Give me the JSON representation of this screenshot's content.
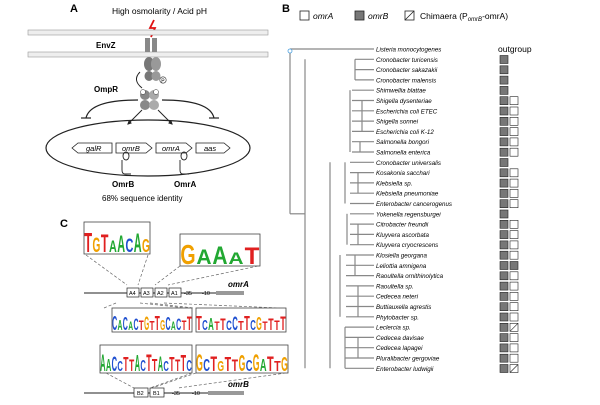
{
  "panel_a": {
    "label": "A",
    "stimulus": "High osmolarity / Acid pH",
    "envz": "EnvZ",
    "p": "P",
    "ompr": "OmpR",
    "genes": {
      "galR": "galR",
      "omrB": "omrB",
      "omrA": "omrA",
      "aas": "aas"
    },
    "rna_omrB": "OmrB",
    "rna_omrA": "OmrA",
    "identity": "68% sequence identity"
  },
  "panel_b": {
    "label": "B",
    "legend": {
      "omrA": "omrA",
      "omrB": "omrB",
      "chimaera_prefix": "Chimaera (P",
      "chimaera_sub": "omrB",
      "chimaera_suffix": "-omrA)"
    },
    "outgroup": "outgroup",
    "taxa": [
      {
        "name": "Listeria monocytogenes",
        "a": "none",
        "b": "none"
      },
      {
        "name": "Cronobacter turicensis",
        "a": "dark",
        "b": "none"
      },
      {
        "name": "Cronobacter sakazakii",
        "a": "dark",
        "b": "none"
      },
      {
        "name": "Cronobacter malensis",
        "a": "dark",
        "b": "none"
      },
      {
        "name": "Shimwellia blattae",
        "a": "dark",
        "b": "none"
      },
      {
        "name": "Shigella dysenteriae",
        "a": "dark",
        "b": "light"
      },
      {
        "name": "Escherichia coli ETEC",
        "a": "dark",
        "b": "light"
      },
      {
        "name": "Shigella sonnei",
        "a": "dark",
        "b": "light"
      },
      {
        "name": "Escherichia coli K-12",
        "a": "dark",
        "b": "light"
      },
      {
        "name": "Salmonella bongori",
        "a": "dark",
        "b": "light"
      },
      {
        "name": "Salmonella enterica",
        "a": "dark",
        "b": "light"
      },
      {
        "name": "Cronobacter universalis",
        "a": "dark",
        "b": "none"
      },
      {
        "name": "Kosakonia sacchari",
        "a": "dark",
        "b": "light"
      },
      {
        "name": "Klebsiella sp.",
        "a": "dark",
        "b": "light"
      },
      {
        "name": "Klebsiella pneumoniae",
        "a": "dark",
        "b": "light"
      },
      {
        "name": "Enterobacter cancerogenus",
        "a": "dark",
        "b": "light"
      },
      {
        "name": "Yokenella regensburgei",
        "a": "dark",
        "b": "none"
      },
      {
        "name": "Citrobacter freundii",
        "a": "dark",
        "b": "light"
      },
      {
        "name": "Kluyvera ascorbata",
        "a": "dark",
        "b": "light"
      },
      {
        "name": "Kluyvera cryocrescens",
        "a": "dark",
        "b": "light"
      },
      {
        "name": "Klosiella georgana",
        "a": "dark",
        "b": "light"
      },
      {
        "name": "Leliottia amnigena",
        "a": "dark",
        "b": "dark"
      },
      {
        "name": "Raoultella ornithinolytica",
        "a": "dark",
        "b": "light"
      },
      {
        "name": "Raoultella sp.",
        "a": "dark",
        "b": "light"
      },
      {
        "name": "Cedecea neteri",
        "a": "dark",
        "b": "light"
      },
      {
        "name": "Buttiauxella agrestis",
        "a": "dark",
        "b": "light"
      },
      {
        "name": "Phytobacter sp.",
        "a": "dark",
        "b": "light"
      },
      {
        "name": "Leclercia sp.",
        "a": "dark",
        "b": "chim"
      },
      {
        "name": "Cedecea davisae",
        "a": "dark",
        "b": "light"
      },
      {
        "name": "Cedecea lapagei",
        "a": "dark",
        "b": "light"
      },
      {
        "name": "Pluralibacter gergoviae",
        "a": "dark",
        "b": "light"
      },
      {
        "name": "Enterobacter ludwigii",
        "a": "dark",
        "b": "chim"
      }
    ]
  },
  "panel_c": {
    "label": "C",
    "motif1": [
      "T",
      "G",
      "T",
      "A",
      "A",
      "C",
      "A",
      "G"
    ],
    "motif2": [
      "G",
      "A",
      "A",
      "A",
      "T"
    ],
    "motif3": [
      "C",
      "A",
      "C",
      "A",
      "C",
      "T",
      "G",
      "T",
      "T",
      "G",
      "C",
      "A",
      "C",
      "T",
      "T"
    ],
    "motif4": [
      "T",
      "C",
      "A",
      "T",
      "T",
      "C",
      "C",
      "T",
      "T",
      "C",
      "G",
      "T",
      "T",
      "T",
      "T"
    ],
    "motif5": [
      "A",
      "A",
      "C",
      "C",
      "T",
      "T",
      "A",
      "C",
      "T",
      "T",
      "A",
      "C",
      "T",
      "T",
      "T",
      "C"
    ],
    "motif6": [
      "G",
      "C",
      "T",
      "G",
      "T",
      "T",
      "G",
      "C",
      "G",
      "A",
      "T",
      "T",
      "G"
    ],
    "map_top": {
      "a4": "A4",
      "a3": "A3",
      "a2": "A2",
      "a1": "A1",
      "m35": "-35",
      "m10": "-10",
      "gene": "omrA"
    },
    "map_bottom": {
      "b2": "B2",
      "b1": "B1",
      "m35": "-35",
      "m10": "-10",
      "gene": "omrB"
    }
  }
}
